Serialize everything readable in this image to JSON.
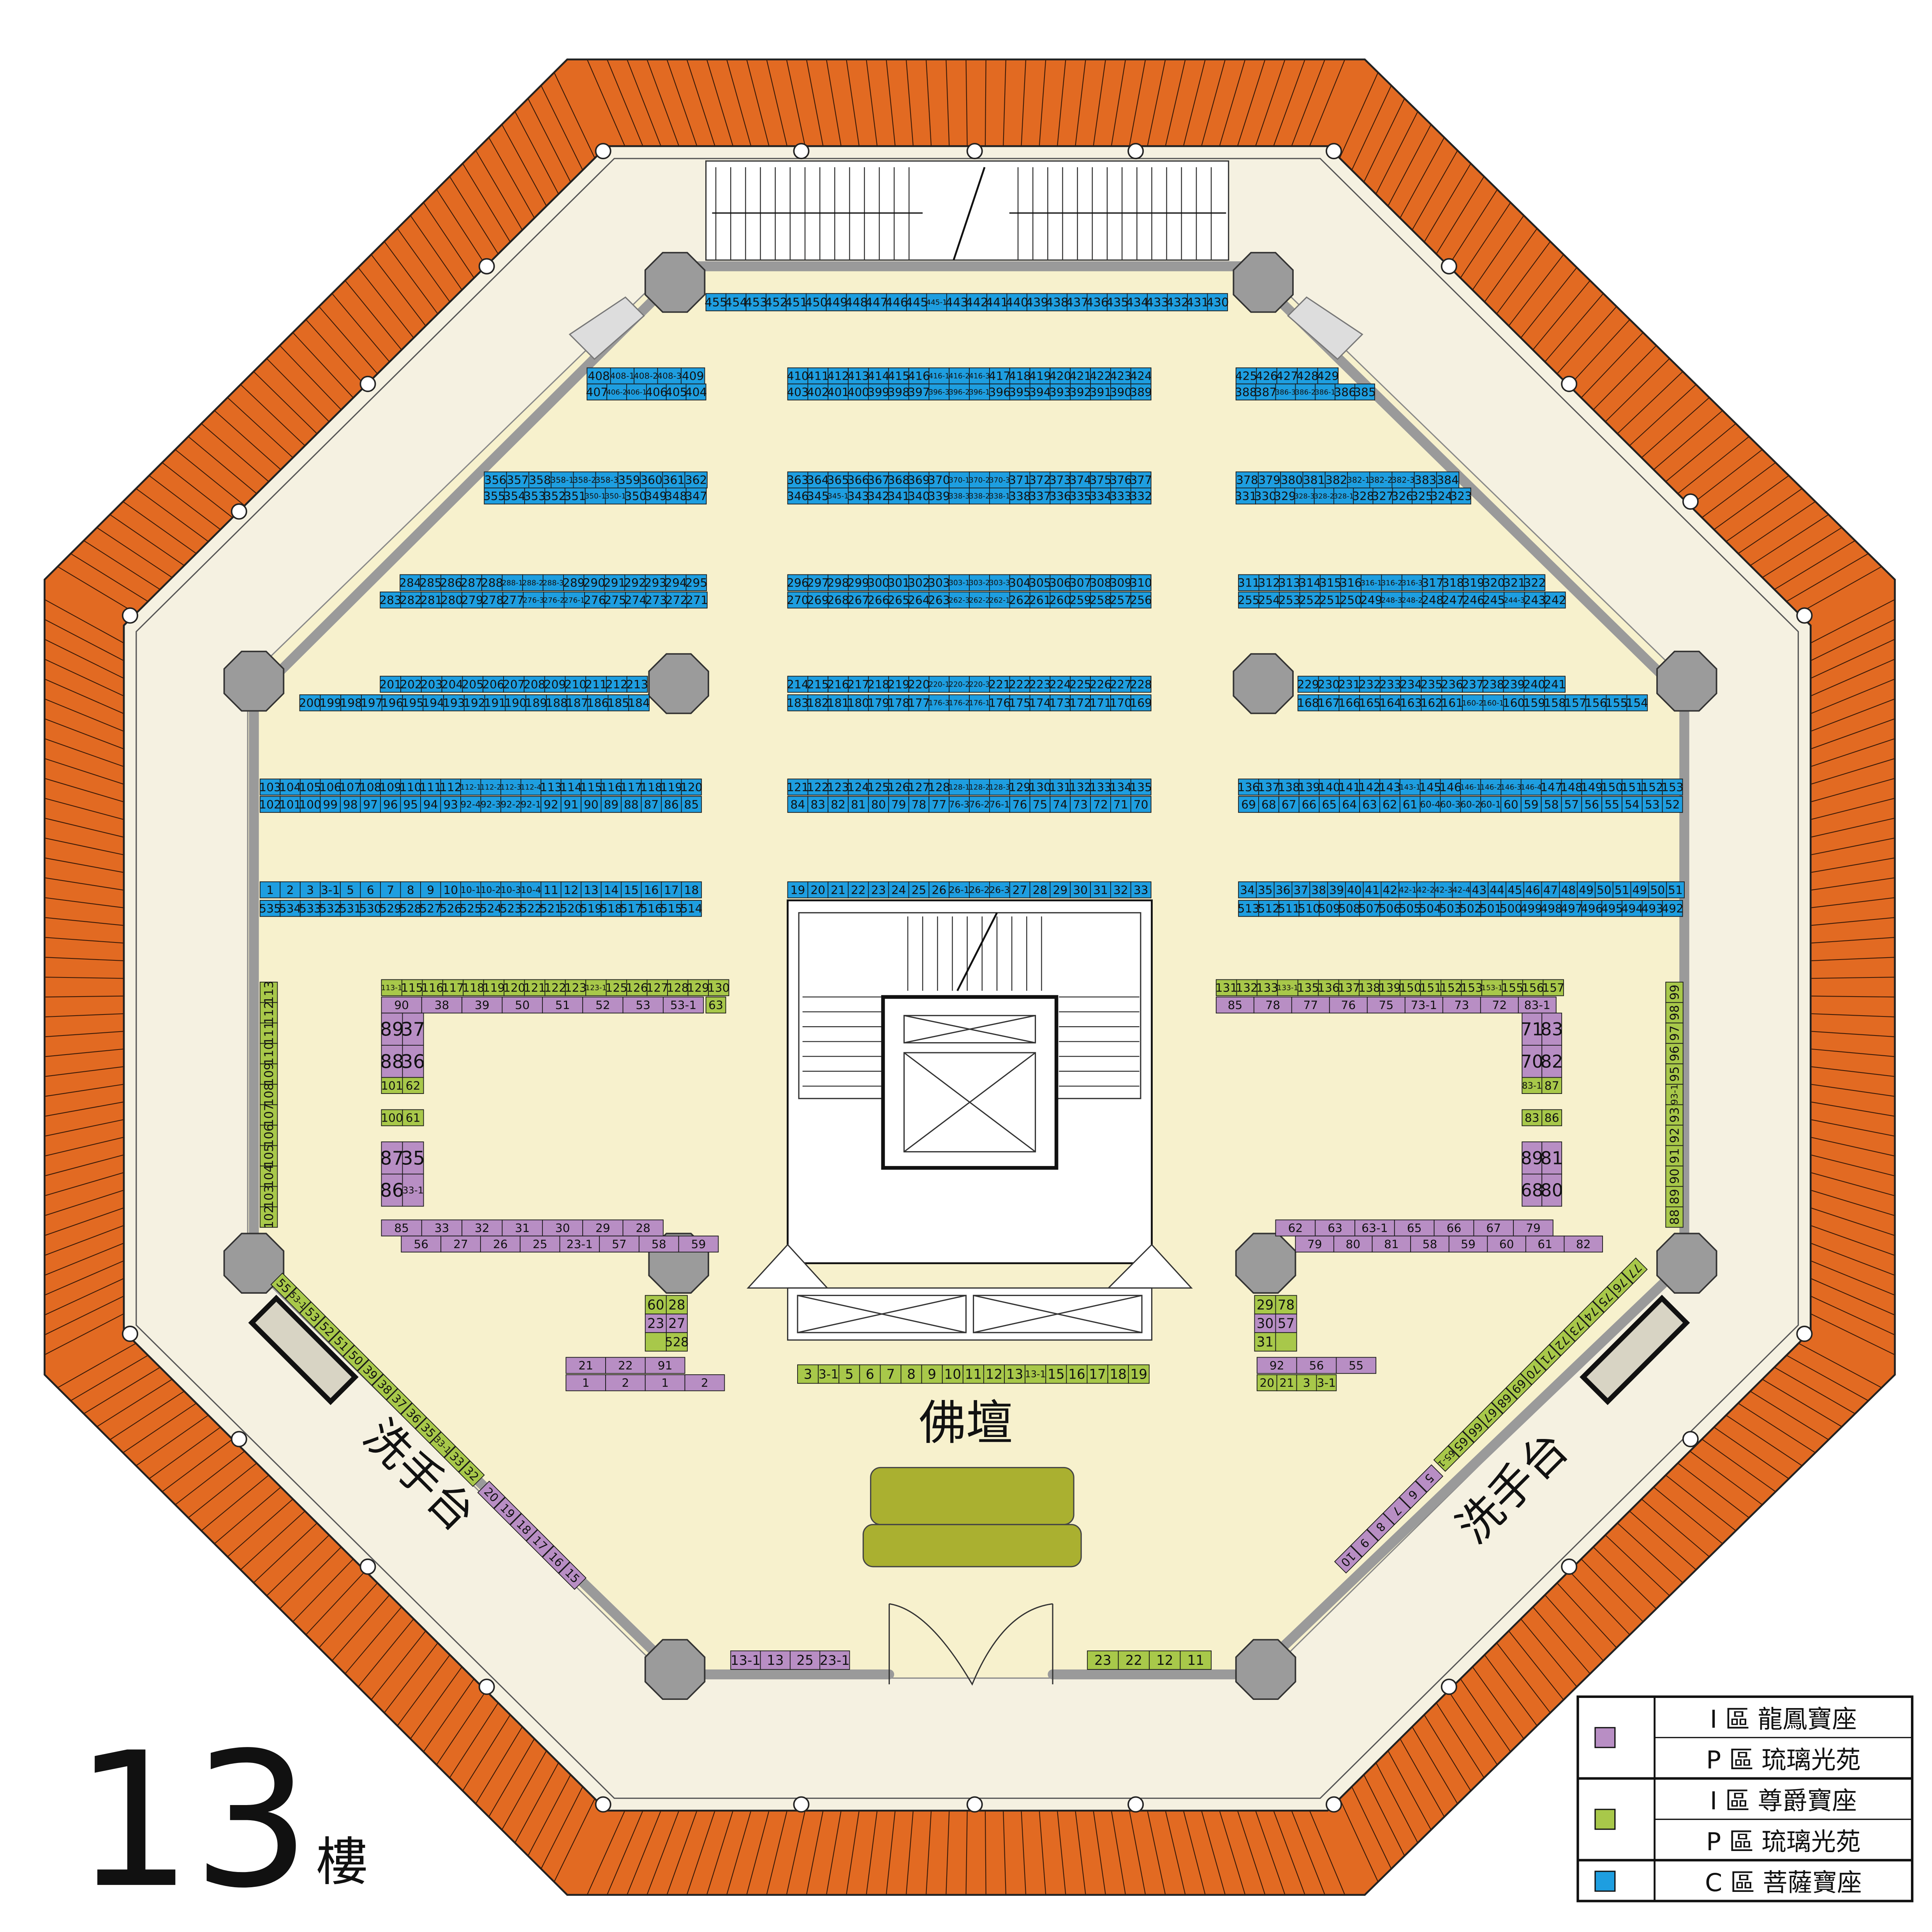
{
  "floor": {
    "number": "13",
    "unit": "樓"
  },
  "labels": {
    "altar": "佛壇",
    "washbasin_left": "洗手台",
    "washbasin_right": "洗手台"
  },
  "legend": {
    "rows": [
      {
        "text": "I 區 龍鳳寶座"
      },
      {
        "text": "P 區 琉璃光苑"
      },
      {
        "text": "I 區 尊爵寶座"
      },
      {
        "text": "P 區 琉璃光苑"
      },
      {
        "text": "C 區 菩薩寶座"
      }
    ],
    "swatches": [
      {
        "zone": "purple",
        "color": "#b88ec4"
      },
      {
        "zone": "green",
        "color": "#a8c84a"
      },
      {
        "zone": "blue",
        "color": "#1e9ee0"
      }
    ]
  },
  "colors": {
    "roof": "#e26a22",
    "walkway": "#f5f1e1",
    "floor": "#f7f1cd",
    "wall": "#9a9a9a",
    "pillar": "#9b9b9b",
    "blue": "#1e9ee0",
    "purple": "#b88ec4",
    "green": "#a8c84a",
    "altar_table": "#aab030"
  },
  "rows": {
    "top": [
      "455",
      "454",
      "453",
      "452",
      "451",
      "450",
      "449",
      "448",
      "447",
      "446",
      "445",
      "445-1",
      "443",
      "442",
      "441",
      "440",
      "439",
      "438",
      "437",
      "436",
      "435",
      "434",
      "433",
      "432",
      "431",
      "430"
    ],
    "r2a_top": [
      "408",
      "408-1",
      "408-2",
      "408-3",
      "409"
    ],
    "r2a_bot": [
      "407",
      "406-2",
      "406-1",
      "406",
      "405",
      "404"
    ],
    "r2b_top": [
      "410",
      "411",
      "412",
      "413",
      "414",
      "415",
      "416",
      "416-1",
      "416-2",
      "416-3",
      "417",
      "418",
      "419",
      "420",
      "421",
      "422",
      "423",
      "424"
    ],
    "r2b_bot": [
      "403",
      "402",
      "401",
      "400",
      "399",
      "398",
      "397",
      "396-3",
      "396-2",
      "396-1",
      "396",
      "395",
      "394",
      "393",
      "392",
      "391",
      "390",
      "389"
    ],
    "r2c_top": [
      "425",
      "426",
      "427",
      "428",
      "429"
    ],
    "r2c_bot": [
      "388",
      "387",
      "386-3",
      "386-2",
      "386-1",
      "386",
      "385"
    ],
    "r3a_top": [
      "356",
      "357",
      "358",
      "358-1",
      "358-2",
      "358-3",
      "359",
      "360",
      "361",
      "362"
    ],
    "r3a_bot": [
      "355",
      "354",
      "353",
      "352",
      "351",
      "350-1",
      "350-1",
      "350",
      "349",
      "348",
      "347"
    ],
    "r3b_top": [
      "363",
      "364",
      "365",
      "366",
      "367",
      "368",
      "369",
      "370",
      "370-1",
      "370-2",
      "370-3",
      "371",
      "372",
      "373",
      "374",
      "375",
      "376",
      "377"
    ],
    "r3b_bot": [
      "346",
      "345",
      "345-1",
      "343",
      "342",
      "341",
      "340",
      "339",
      "338-3",
      "338-2",
      "338-1",
      "338",
      "337",
      "336",
      "335",
      "334",
      "333",
      "332"
    ],
    "r3c_top": [
      "378",
      "379",
      "380",
      "381",
      "382",
      "382-1",
      "382-2",
      "382-3",
      "383",
      "384"
    ],
    "r3c_bot": [
      "331",
      "330",
      "329",
      "328-3",
      "328-2",
      "328-1",
      "328",
      "327",
      "326",
      "325",
      "324",
      "323"
    ],
    "r4a_top": [
      "284",
      "285",
      "286",
      "287",
      "288",
      "288-1",
      "288-2",
      "288-3",
      "289",
      "290",
      "291",
      "292",
      "293",
      "294",
      "295"
    ],
    "r4a_bot": [
      "283",
      "282",
      "281",
      "280",
      "279",
      "278",
      "277",
      "276-3",
      "276-2",
      "276-1",
      "276",
      "275",
      "274",
      "273",
      "272",
      "271"
    ],
    "r4b_top": [
      "296",
      "297",
      "298",
      "299",
      "300",
      "301",
      "302",
      "303",
      "303-1",
      "303-2",
      "303-3",
      "304",
      "305",
      "306",
      "307",
      "308",
      "309",
      "310"
    ],
    "r4b_bot": [
      "270",
      "269",
      "268",
      "267",
      "266",
      "265",
      "264",
      "263",
      "262-3",
      "262-2",
      "262-1",
      "262",
      "261",
      "260",
      "259",
      "258",
      "257",
      "256"
    ],
    "r4c_top": [
      "311",
      "312",
      "313",
      "314",
      "315",
      "316",
      "316-1",
      "316-2",
      "316-3",
      "317",
      "318",
      "319",
      "320",
      "321",
      "322"
    ],
    "r4c_bot": [
      "255",
      "254",
      "253",
      "252",
      "251",
      "250",
      "249",
      "248-3",
      "248-2",
      "248",
      "247",
      "246",
      "245",
      "244-3",
      "243",
      "242"
    ],
    "r5a_top": [
      "201",
      "202",
      "203",
      "204",
      "205",
      "206",
      "207",
      "208",
      "209",
      "210",
      "211",
      "212",
      "213"
    ],
    "r5a_bot": [
      "200",
      "199",
      "198",
      "197",
      "196",
      "195",
      "194",
      "193",
      "192",
      "191",
      "190",
      "189",
      "188",
      "187",
      "186",
      "185",
      "184"
    ],
    "r5b_top": [
      "214",
      "215",
      "216",
      "217",
      "218",
      "219",
      "220",
      "220-1",
      "220-2",
      "220-3",
      "221",
      "222",
      "223",
      "224",
      "225",
      "226",
      "227",
      "228"
    ],
    "r5b_bot": [
      "183",
      "182",
      "181",
      "180",
      "179",
      "178",
      "177",
      "176-3",
      "176-2",
      "176-1",
      "176",
      "175",
      "174",
      "173",
      "172",
      "171",
      "170",
      "169"
    ],
    "r5c_top": [
      "229",
      "230",
      "231",
      "232",
      "233",
      "234",
      "235",
      "236",
      "237",
      "238",
      "239",
      "240",
      "241"
    ],
    "r5c_bot": [
      "168",
      "167",
      "166",
      "165",
      "164",
      "163",
      "162",
      "161",
      "160-2",
      "160-1",
      "160",
      "159",
      "158",
      "157",
      "156",
      "155",
      "154"
    ],
    "r6a_top": [
      "103",
      "104",
      "105",
      "106",
      "107",
      "108",
      "109",
      "110",
      "111",
      "112",
      "112-1",
      "112-2",
      "112-3",
      "112-4",
      "113",
      "114",
      "115",
      "116",
      "117",
      "118",
      "119",
      "120"
    ],
    "r6a_bot": [
      "102",
      "101",
      "100",
      "99",
      "98",
      "97",
      "96",
      "95",
      "94",
      "93",
      "92-4",
      "92-3",
      "92-2",
      "92-1",
      "92",
      "91",
      "90",
      "89",
      "88",
      "87",
      "86",
      "85"
    ],
    "r6b_top": [
      "121",
      "122",
      "123",
      "124",
      "125",
      "126",
      "127",
      "128",
      "128-1",
      "128-2",
      "128-3",
      "129",
      "130",
      "131",
      "132",
      "133",
      "134",
      "135"
    ],
    "r6b_bot": [
      "84",
      "83",
      "82",
      "81",
      "80",
      "79",
      "78",
      "77",
      "76-3",
      "76-2",
      "76-1",
      "76",
      "75",
      "74",
      "73",
      "72",
      "71",
      "70"
    ],
    "r6c_top": [
      "136",
      "137",
      "138",
      "139",
      "140",
      "141",
      "142",
      "143",
      "143-1",
      "145",
      "146",
      "146-1",
      "146-2",
      "146-3",
      "146-4",
      "147",
      "148",
      "149",
      "150",
      "151",
      "152",
      "153"
    ],
    "r6c_bot": [
      "69",
      "68",
      "67",
      "66",
      "65",
      "64",
      "63",
      "62",
      "61",
      "60-4",
      "60-3",
      "60-2",
      "60-1",
      "60",
      "59",
      "58",
      "57",
      "56",
      "55",
      "54",
      "53",
      "52"
    ],
    "r7a_top": [
      "1",
      "2",
      "3",
      "3-1",
      "5",
      "6",
      "7",
      "8",
      "9",
      "10",
      "10-1",
      "10-2",
      "10-3",
      "10-4",
      "11",
      "12",
      "13",
      "14",
      "15",
      "16",
      "17",
      "18"
    ],
    "r7a_bot": [
      "535",
      "534",
      "533",
      "532",
      "531",
      "530",
      "529",
      "528",
      "527",
      "526",
      "525",
      "524",
      "523",
      "522",
      "521",
      "520",
      "519",
      "518",
      "517",
      "516",
      "515",
      "514"
    ],
    "r7b_top": [
      "19",
      "20",
      "21",
      "22",
      "23",
      "24",
      "25",
      "26",
      "26-1",
      "26-2",
      "26-3",
      "27",
      "28",
      "29",
      "30",
      "31",
      "32",
      "33"
    ],
    "r7c_top": [
      "34",
      "35",
      "36",
      "37",
      "38",
      "39",
      "40",
      "41",
      "42",
      "42-1",
      "42-2",
      "42-3",
      "42-4",
      "43",
      "44",
      "45",
      "46",
      "47",
      "48",
      "49",
      "50",
      "51",
      "49",
      "50",
      "51"
    ],
    "r7c_bot": [
      "513",
      "512",
      "511",
      "510",
      "509",
      "508",
      "507",
      "506",
      "505",
      "504",
      "503",
      "502",
      "501",
      "500",
      "499",
      "498",
      "497",
      "496",
      "495",
      "494",
      "493",
      "492"
    ],
    "pl_top_green": [
      "113-1",
      "115",
      "116",
      "117",
      "118",
      "119",
      "120",
      "121",
      "122",
      "123",
      "123-1",
      "125",
      "126",
      "127",
      "128",
      "129",
      "130"
    ],
    "pl_top_purple": [
      "90",
      "38",
      "39",
      "50",
      "51",
      "52",
      "53",
      "53-1"
    ],
    "pl_top_end": "63",
    "pl_side": [
      [
        "89",
        "37"
      ],
      [
        "88",
        "36"
      ],
      [
        "101",
        "62"
      ],
      [
        "100",
        "61"
      ],
      [
        "87",
        "35"
      ],
      [
        "86",
        "33-1"
      ]
    ],
    "pl_bot_purple": [
      "85",
      "33",
      "32",
      "31",
      "30",
      "29",
      "28"
    ],
    "pl_bot_row": [
      "56",
      "27",
      "26",
      "25",
      "23-1",
      "57",
      "58",
      "59"
    ],
    "pr_top_green": [
      "131",
      "132",
      "133",
      "133-1",
      "135",
      "136",
      "137",
      "138",
      "139",
      "150",
      "151",
      "152",
      "153",
      "153-1",
      "155",
      "156",
      "157"
    ],
    "pr_top_purple": [
      "85",
      "78",
      "77",
      "76",
      "75",
      "73-1",
      "73",
      "72",
      "83-1"
    ],
    "pr_side": [
      [
        "71",
        "83"
      ],
      [
        "70",
        "82"
      ],
      [
        "83-1",
        "87"
      ],
      [
        "83",
        "86"
      ],
      [
        "89",
        "81"
      ],
      [
        "68",
        "80"
      ]
    ],
    "pr_bot_purple": [
      "62",
      "63",
      "63-1",
      "65",
      "66",
      "67",
      "79"
    ],
    "pr_bot_row": [
      "79",
      "80",
      "81",
      "58",
      "59",
      "60",
      "61",
      "82"
    ],
    "left_vertical": [
      "113",
      "112",
      "111",
      "110",
      "109",
      "108",
      "107",
      "106",
      "105",
      "104",
      "103",
      "102"
    ],
    "right_vertical": [
      "99",
      "98",
      "97",
      "96",
      "95",
      "93-1",
      "93",
      "92",
      "91",
      "90",
      "89",
      "88"
    ],
    "small_left": [
      [
        "60",
        "28"
      ],
      [
        "23",
        "27"
      ],
      [
        "",
        "528"
      ]
    ],
    "small_left_bot": [
      [
        "21",
        "22",
        "91"
      ],
      [
        "1",
        "2",
        "1",
        "2"
      ]
    ],
    "small_right": [
      [
        "29",
        "78"
      ],
      [
        "30",
        "57"
      ],
      [
        "31",
        ""
      ]
    ],
    "small_right_bot": [
      [
        "92",
        "56",
        "55"
      ],
      [
        "20",
        "21",
        "3",
        "3-1"
      ]
    ],
    "altar_row": [
      "3",
      "3-1",
      "5",
      "6",
      "7",
      "8",
      "9",
      "10",
      "11",
      "12",
      "13",
      "13-1",
      "15",
      "16",
      "17",
      "18",
      "19"
    ],
    "bottom_left": [
      "13-1",
      "13",
      "25",
      "23-1"
    ],
    "bottom_right": [
      "23",
      "22",
      "12",
      "11"
    ],
    "diag_left_green": [
      "55",
      "53-1",
      "53",
      "52",
      "51",
      "50",
      "39",
      "38",
      "37",
      "36",
      "35",
      "33-1",
      "33",
      "32"
    ],
    "diag_left_purple": [
      "20",
      "19",
      "18",
      "17",
      "16",
      "15"
    ],
    "diag_right_green": [
      "77",
      "76",
      "75",
      "74",
      "73",
      "72",
      "71",
      "70",
      "69",
      "68",
      "67",
      "66",
      "65",
      "65-1"
    ],
    "diag_right_purple": [
      "5",
      "6",
      "7",
      "8",
      "9",
      "10"
    ]
  }
}
